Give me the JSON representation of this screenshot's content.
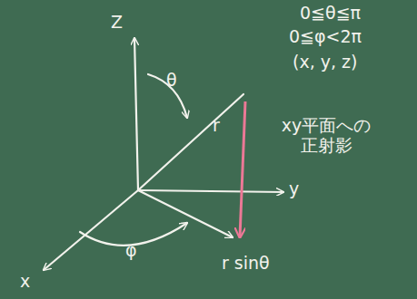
{
  "diagram": {
    "labels": [
      "Z",
      "θ",
      "r",
      "0≦θ≦π",
      "0≦φ<2π",
      "(x, y, z)",
      "xy平面への 正射影",
      "y",
      "φ",
      "x",
      "r sinθ"
    ]
  }
}
